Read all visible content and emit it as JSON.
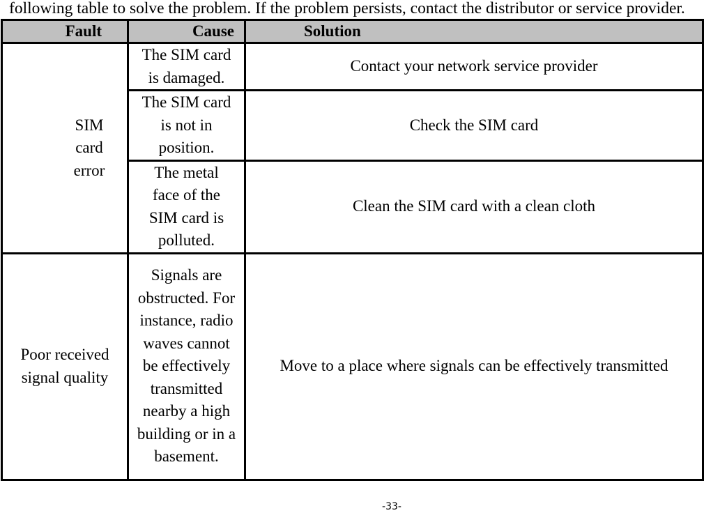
{
  "intro_text": "following table to solve the problem. If the problem persists, contact the distributor or service provider.",
  "table": {
    "header": {
      "fault": "Fault",
      "cause": "Cause",
      "solution": "Solution"
    },
    "header_bg": "#c0c0c0",
    "groups": [
      {
        "fault": "SIM card error",
        "rows": [
          {
            "cause": "The SIM card is damaged.",
            "solution": "Contact your network service provider"
          },
          {
            "cause": "The SIM card is not in position.",
            "solution": "Check the SIM card"
          },
          {
            "cause": "The metal face of the SIM card is polluted.",
            "solution": "Clean the SIM card with a clean cloth"
          }
        ]
      },
      {
        "fault": "Poor received signal quality",
        "rows": [
          {
            "cause": "Signals are obstructed. For instance, radio waves cannot be effectively transmitted nearby a high building or in a basement.",
            "solution": "Move to a place where signals can be effectively transmitted"
          }
        ]
      }
    ]
  },
  "page_number": "-33-"
}
